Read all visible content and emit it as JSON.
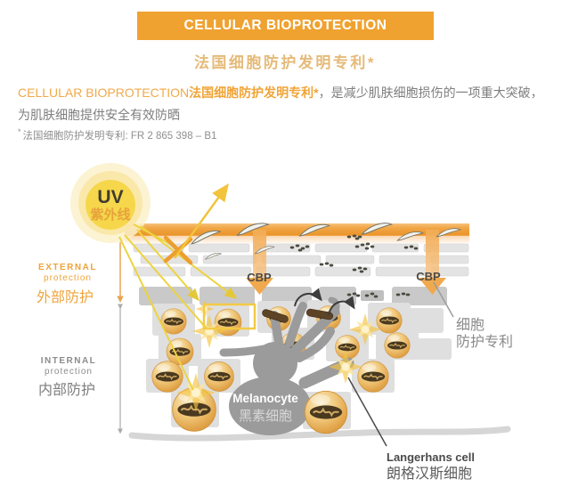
{
  "banner": {
    "title": "CELLULAR BIOPROTECTION"
  },
  "heading": {
    "title": "法国细胞防护发明专利*"
  },
  "intro": {
    "lead_en": "CELLULAR BIOPROTECTION",
    "lead_cn": "法国细胞防护发明专利*",
    "rest": "，是减少肌肤细胞损伤的一项重大突破，",
    "line2": "为肌肤细胞提供安全有效防晒",
    "footnote_mark": "*",
    "footnote_text": "法国细胞防护发明专利: FR 2 865 398 – B1"
  },
  "diagram": {
    "uv": {
      "label": "UV",
      "sublabel": "紫外线"
    },
    "cbp_label": "CBP",
    "external": {
      "line1": "EXTERNAL",
      "line2": "protection",
      "cn": "外部防护"
    },
    "internal": {
      "line1": "INTERNAL",
      "line2": "protection",
      "cn": "内部防护"
    },
    "patent_callout": {
      "line1": "细胞",
      "line2": "防护专利"
    },
    "melanocyte": {
      "en": "Melanocyte",
      "cn": "黑素细胞"
    },
    "langerhans": {
      "en": "Langerhans cell",
      "cn": "朗格汉斯细胞"
    },
    "colors": {
      "accent_orange": "#EFA230",
      "title_light_orange": "#E5BA78",
      "body_gray": "#7E7E7E",
      "uv_yellow": "#F6D74B",
      "cell_gold": "#E8B35C",
      "melanocyte_gray": "#9B9B9B"
    }
  }
}
